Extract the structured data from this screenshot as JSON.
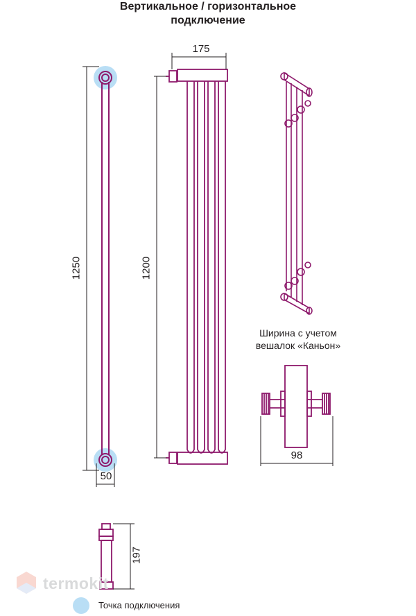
{
  "title": {
    "line1": "Вертикальное / горизонтальное",
    "line2": "подключение"
  },
  "dimensions": {
    "side_height": "1250",
    "side_width": "50",
    "front_width": "175",
    "front_height": "1200",
    "depth": "197",
    "hanger_width": "98"
  },
  "hanger_note": {
    "line1": "Ширина с учетом",
    "line2": "вешалок «Каньон»"
  },
  "legend": {
    "connection_point_label": "Точка подключения"
  },
  "watermark": {
    "text": "termokit"
  },
  "colors": {
    "pipe": "#8e1a6c",
    "line": "#231f20",
    "connection_point": "#b9def5"
  }
}
